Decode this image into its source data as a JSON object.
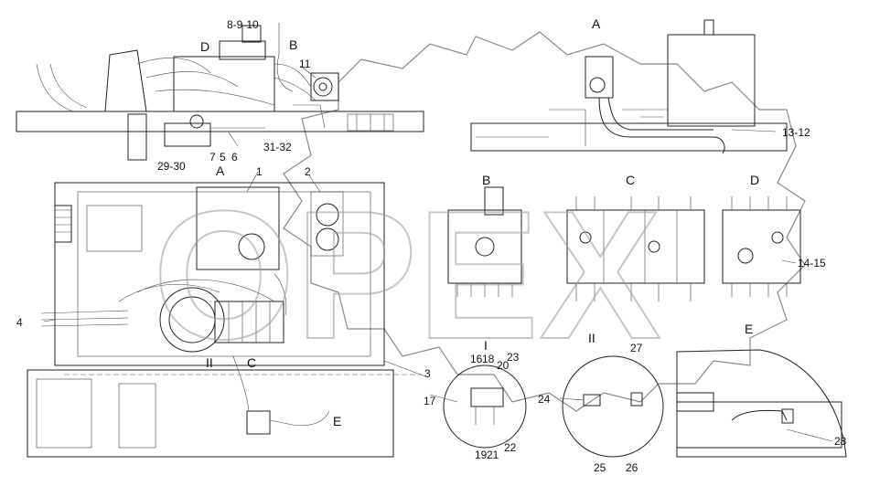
{
  "watermark": "OPEX",
  "views": {
    "A": "A",
    "B": "B",
    "C": "C",
    "D": "D",
    "E": "E",
    "I": "I",
    "II": "II"
  },
  "callouts": {
    "c1": "1",
    "c2": "2",
    "c3": "3",
    "c4": "4",
    "c5": "5",
    "c6": "6",
    "c7": "7",
    "c8_9_10": "8-9-10",
    "c11": "11",
    "c13_12": "13-12",
    "c14_15": "14-15",
    "c16": "16",
    "c17": "17",
    "c18": "18",
    "c19": "19",
    "c20": "20",
    "c21": "21",
    "c22": "22",
    "c23": "23",
    "c24": "24",
    "c25": "25",
    "c26": "26",
    "c27": "27",
    "c28": "28",
    "c29_30": "29-30",
    "c31_32": "31-32"
  }
}
